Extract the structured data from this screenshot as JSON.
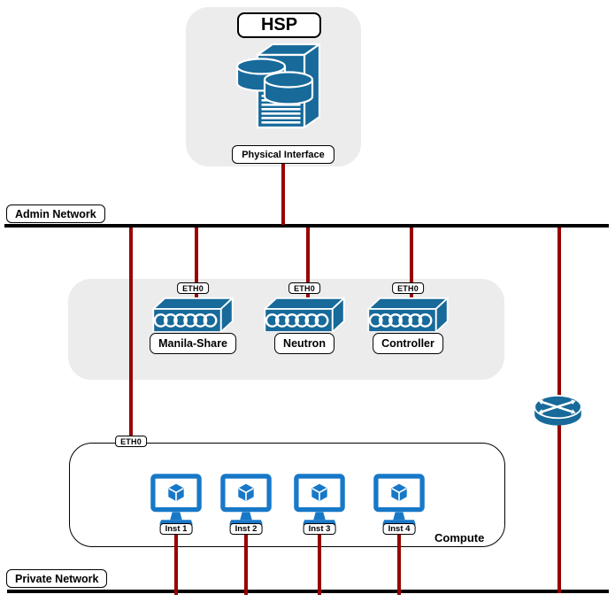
{
  "colors": {
    "blue": "#176a9a",
    "azure": "#1878c8",
    "red": "#990000",
    "gray": "#ececec",
    "black": "#000000"
  },
  "hsp": {
    "title": "HSP",
    "interface_label": "Physical Interface",
    "icon": "server-icon"
  },
  "admin_network": {
    "label": "Admin Network"
  },
  "private_network": {
    "label": "Private Network"
  },
  "switches": [
    {
      "eth": "ETH0",
      "name": "Manila-Share",
      "icon": "switch-icon"
    },
    {
      "eth": "ETH0",
      "name": "Neutron",
      "icon": "switch-icon"
    },
    {
      "eth": "ETH0",
      "name": "Controller",
      "icon": "switch-icon"
    }
  ],
  "router": {
    "icon": "router-icon"
  },
  "compute": {
    "eth": "ETH0",
    "label": "Compute",
    "instances": [
      {
        "name": "Inst 1",
        "icon": "monitor-icon"
      },
      {
        "name": "Inst 2",
        "icon": "monitor-icon"
      },
      {
        "name": "Inst 3",
        "icon": "monitor-icon"
      },
      {
        "name": "Inst 4",
        "icon": "monitor-icon"
      }
    ]
  }
}
